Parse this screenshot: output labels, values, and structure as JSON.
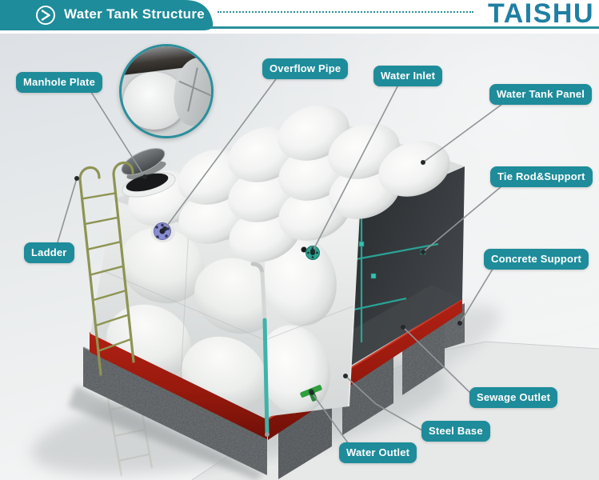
{
  "header": {
    "title": "Water Tank Structure",
    "brand": "TAISHU",
    "icon": "play-circle-icon"
  },
  "labels": {
    "manhole_plate": "Manhole Plate",
    "overflow_pipe": "Overflow Pipe",
    "water_inlet": "Water Inlet",
    "water_tank_panel": "Water Tank Panel",
    "tie_rod_support": "Tie Rod&Support",
    "ladder": "Ladder",
    "concrete_support": "Concrete Support",
    "sewage_outlet": "Sewage Outlet",
    "steel_base": "Steel Base",
    "water_outlet": "Water Outlet"
  },
  "colors": {
    "accent_teal": "#1e8c9a",
    "brand_blue": "#1f7fa3",
    "steel_base_red": "#a01a10",
    "ladder_olive": "#8e9452",
    "tie_rod_teal": "#2aa396"
  },
  "inset": {
    "image": "manhole-plate-photo"
  }
}
